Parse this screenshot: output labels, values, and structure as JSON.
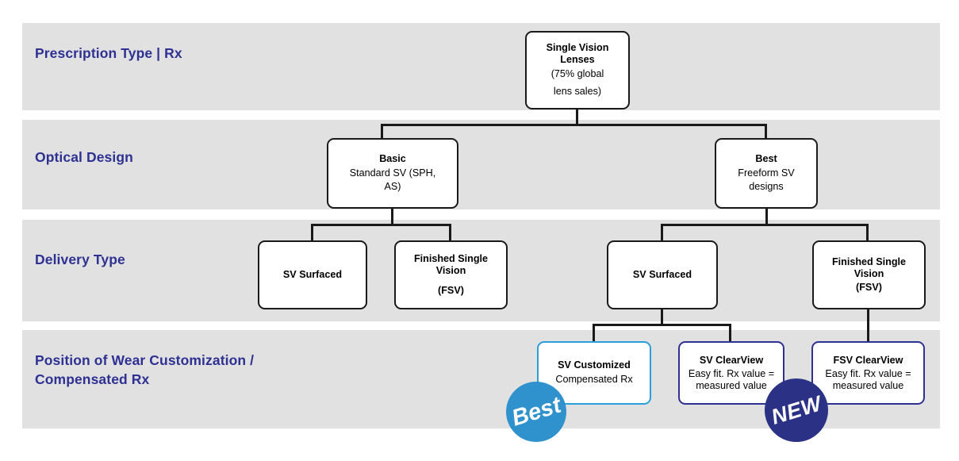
{
  "diagram": {
    "title": "Single Vision Lens Portfolio Tree",
    "colors": {
      "band": "#e1e1e1",
      "label_text": "#2e3192",
      "node_border": "#1a1a1a",
      "highlight_blue": "#2a9fdc",
      "highlight_navy": "#2e3192",
      "badge_best": "#2f92cd",
      "badge_new": "#2b3184"
    },
    "rows": [
      {
        "id": "row-prescription-type",
        "label": "Prescription Type | Rx"
      },
      {
        "id": "row-optical-design",
        "label": "Optical Design"
      },
      {
        "id": "row-delivery-type",
        "label": "Delivery Type"
      },
      {
        "id": "row-position-of-wear",
        "label": "Position of Wear Customization /\nCompensated Rx"
      }
    ],
    "nodes": {
      "root": {
        "title": "Single Vision\nLenses",
        "subtitle": "(75% global",
        "subtitle2": "lens sales)"
      },
      "basic": {
        "title": "Basic",
        "subtitle": "Standard SV (SPH,\nAS)"
      },
      "best": {
        "title": "Best",
        "subtitle": "Freeform SV designs"
      },
      "sv_surfaced_basic": {
        "title": "SV Surfaced",
        "subtitle": ""
      },
      "fsv_basic": {
        "title": "Finished Single\nVision",
        "subtitle": "(FSV)"
      },
      "sv_surfaced_best": {
        "title": "SV Surfaced",
        "subtitle": ""
      },
      "fsv_best": {
        "title": "Finished Single\nVision",
        "subtitle": "(FSV)"
      },
      "sv_customized": {
        "title": "SV Customized",
        "subtitle": "Compensated Rx"
      },
      "sv_clearview": {
        "title": "SV ClearView",
        "subtitle": "Easy fit. Rx value =\nmeasured value"
      },
      "fsv_clearview": {
        "title": "FSV ClearView",
        "subtitle": "Easy fit. Rx value =\nmeasured value"
      }
    },
    "badges": {
      "best": "Best",
      "new": "NEW"
    }
  }
}
